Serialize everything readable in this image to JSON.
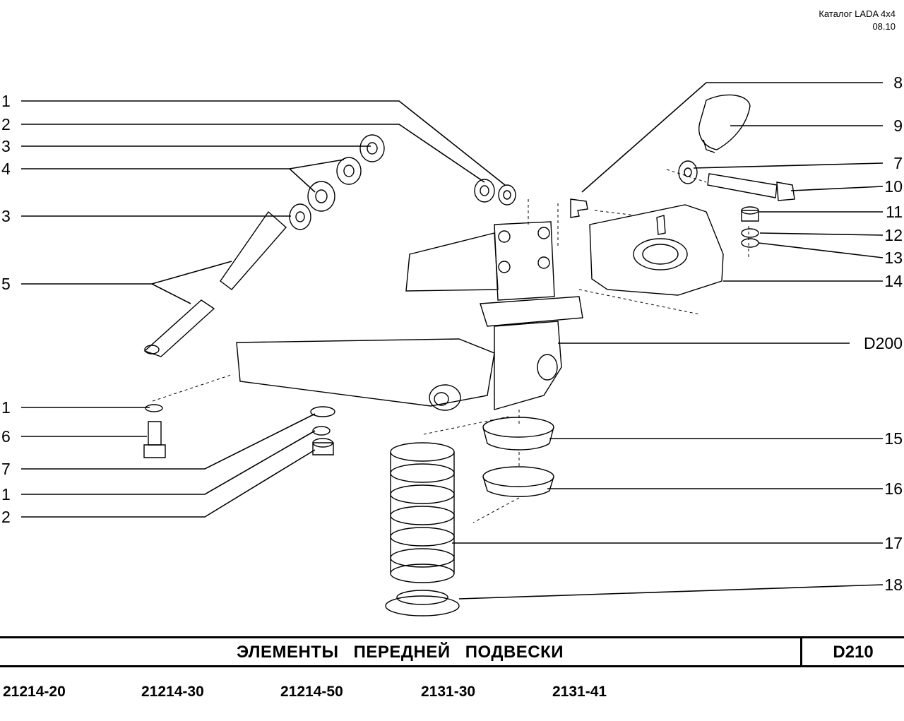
{
  "header": {
    "catalog": "Каталог  LADA  4x4",
    "date": "08.10"
  },
  "title_bar": {
    "title": "ЭЛЕМЕНТЫ   ПЕРЕДНЕЙ   ПОДВЕСКИ",
    "code": "D210"
  },
  "models": [
    "21214-20",
    "21214-30",
    "21214-50",
    "2131-30",
    "2131-41"
  ],
  "callouts": {
    "left": [
      "1",
      "2",
      "3",
      "4",
      "3",
      "5",
      "1",
      "6",
      "7",
      "1",
      "2"
    ],
    "right": [
      "8",
      "9",
      "7",
      "10",
      "11",
      "12",
      "13",
      "14",
      "D200",
      "15",
      "16",
      "17",
      "18"
    ]
  },
  "colors": {
    "ink": "#000000",
    "paper": "#ffffff"
  }
}
